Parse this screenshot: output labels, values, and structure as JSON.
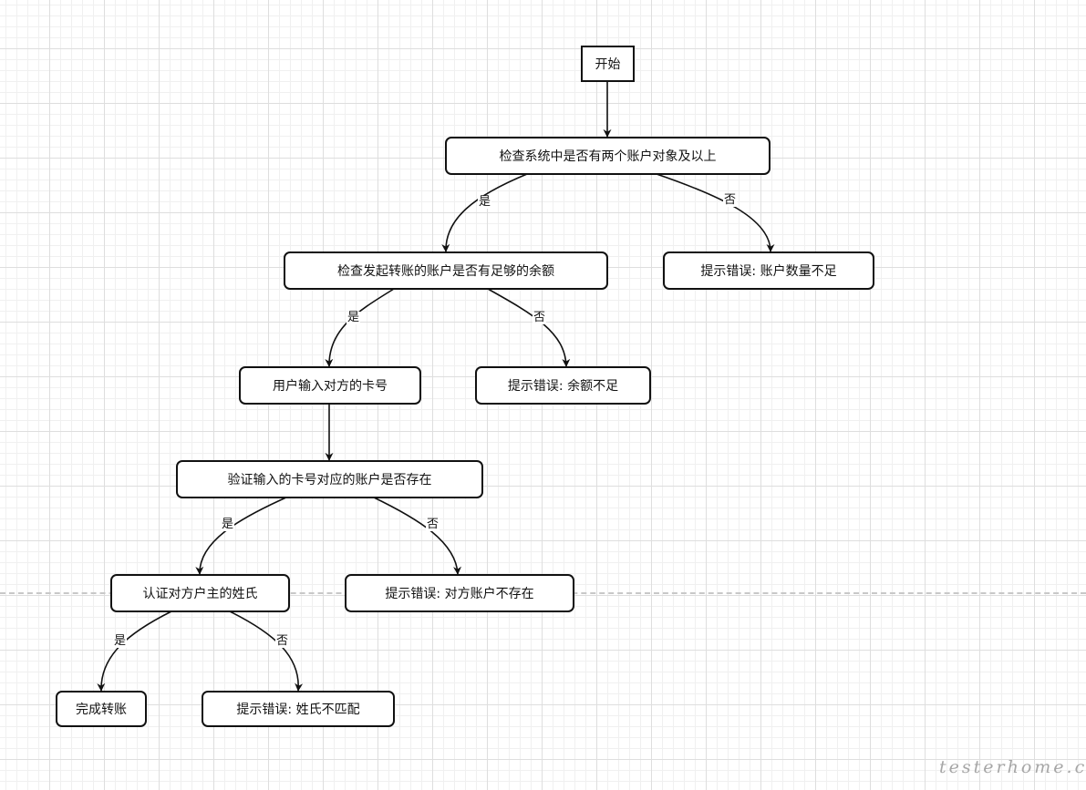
{
  "nodes": {
    "start": "开始",
    "check_accounts": "检查系统中是否有两个账户对象及以上",
    "check_balance": "检查发起转账的账户是否有足够的余额",
    "err_account_count": "提示错误: 账户数量不足",
    "input_card": "用户输入对方的卡号",
    "err_balance": "提示错误: 余额不足",
    "verify_card": "验证输入的卡号对应的账户是否存在",
    "verify_name": "认证对方户主的姓氏",
    "err_not_exist": "提示错误: 对方账户不存在",
    "complete": "完成转账",
    "err_name": "提示错误: 姓氏不匹配"
  },
  "edge_labels": {
    "yes": "是",
    "no": "否"
  },
  "watermark": "testerhome.com"
}
